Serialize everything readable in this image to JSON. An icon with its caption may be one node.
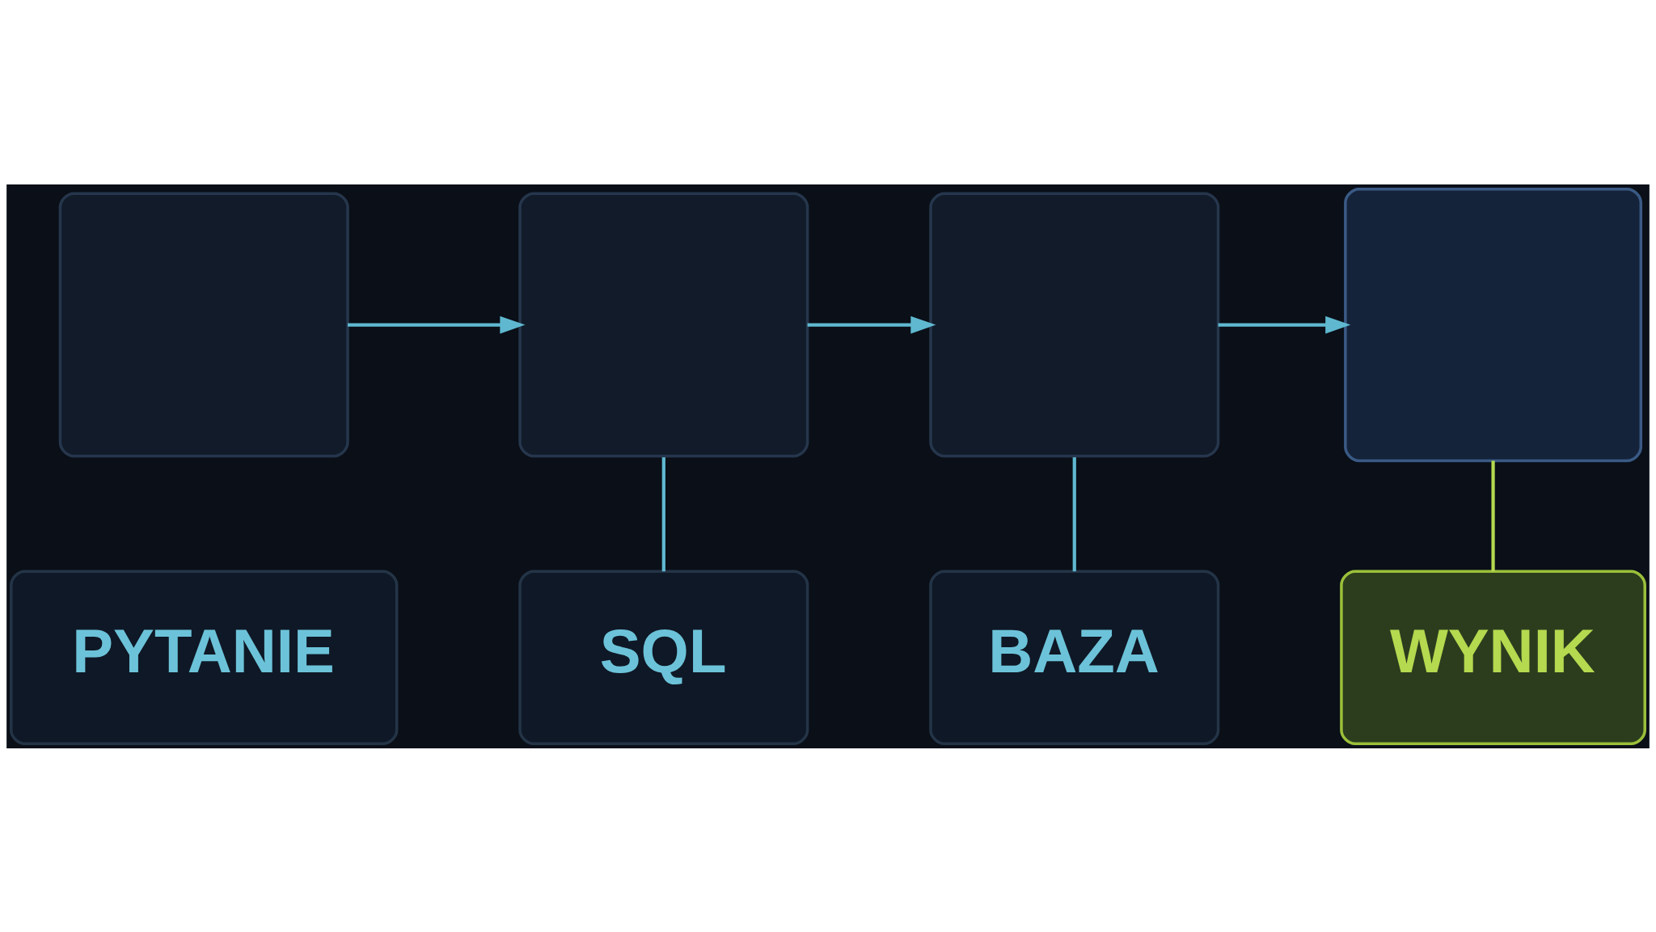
{
  "diagram": {
    "nodes": [
      {
        "text": [],
        "shape": "picture"
      },
      {
        "text": [],
        "shape": "picture"
      },
      {
        "text": [],
        "shape": "picture"
      },
      {
        "text": [],
        "shape": "picture"
      },
      {
        "text": [
          "PYTANIE"
        ]
      },
      {
        "text": [
          "SQL"
        ]
      },
      {
        "text": [
          "BAZA"
        ]
      },
      {
        "text": [
          "WYNIK"
        ]
      }
    ],
    "edges": [
      {
        "from": 0,
        "to": 1,
        "arrow": "to"
      },
      {
        "from": 1,
        "to": 2,
        "arrow": "to"
      },
      {
        "from": 2,
        "to": 3,
        "arrow": "to"
      },
      {
        "from": 1,
        "to": 5,
        "arrow": "none"
      },
      {
        "from": 2,
        "to": 6,
        "arrow": "none"
      },
      {
        "from": 3,
        "to": 7,
        "arrow": "none",
        "color": "#b5d94f"
      }
    ]
  }
}
